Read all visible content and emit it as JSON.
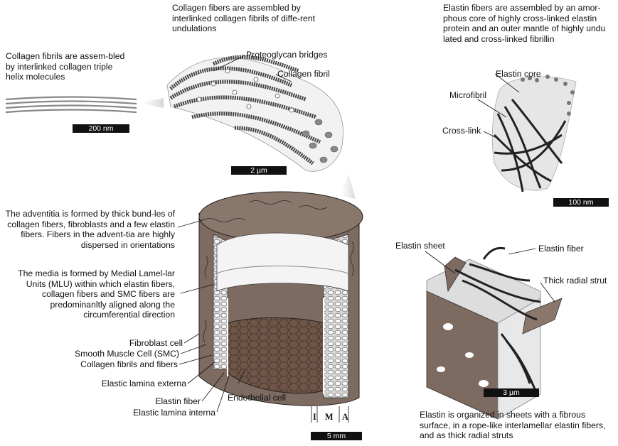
{
  "texts": {
    "collagen_fibers_desc": "Collagen fibers are assembled by interlinked  collagen fibrils of diffe-rent undulations",
    "collagen_fibrils_desc": "Collagen fibrils are assem-bled by interlinked collagen triple helix molecules",
    "elastin_fibers_desc": "Elastin fibers are assembled by an amor-phous core of highly cross-linked elastin protein and an outer mantle of highly undu lated and cross-linked fibrillin",
    "adventitia_desc": "The adventitia is formed by thick bund-les of collagen fibers, fibroblasts and  a few elastin fibers. Fibers in the advent-tia are highly dispersed in orientations",
    "media_desc": "The media is formed by Medial Lamel-lar Units (MLU) within which elastin fibers, collagen fibers and SMC  fibers are predominanltly aligned along the circumferential direction",
    "elastin_organized_desc": "Elastin is organized in sheets with a fibrous surface, in a rope-like interlamellar elastin fibers, and as thick radial struts"
  },
  "labels": {
    "proteoglycan_bridges": "Proteoglycan bridges",
    "collagen_fibril": "Collagen fibril",
    "elastin_core": "Elastin core",
    "microfibril": "Microfibril",
    "cross_link": "Cross-link",
    "elastin_sheet": "Elastin sheet",
    "elastin_fiber_right": "Elastin fiber",
    "thick_radial_strut": "Thick radial strut",
    "fibroblast_cell": "Fibroblast cell",
    "smc": "Smooth Muscle Cell (SMC)",
    "collagen_fibrils_and_fibers": "Collagen fibrils and fibers",
    "elastic_lamina_externa": "Elastic lamina externa",
    "elastin_fiber_left": "Elastin fiber",
    "elastic_lamina_interna": "Elastic lamina interna",
    "endothelial_cell": "Endothelial cell",
    "layer_i": "I",
    "layer_m": "M",
    "layer_a": "A"
  },
  "scale_bars": {
    "fibril": "200 nm",
    "fiber": "2 µm",
    "elastin": "100 nm",
    "sheet": "3 µm",
    "vessel": "5 mm"
  },
  "colors": {
    "adventitia": "#7d6a60",
    "media": "#f2f2f2",
    "intima": "#6e5548",
    "fiber": "#2b2b2b",
    "scale_bar": "#111111"
  }
}
